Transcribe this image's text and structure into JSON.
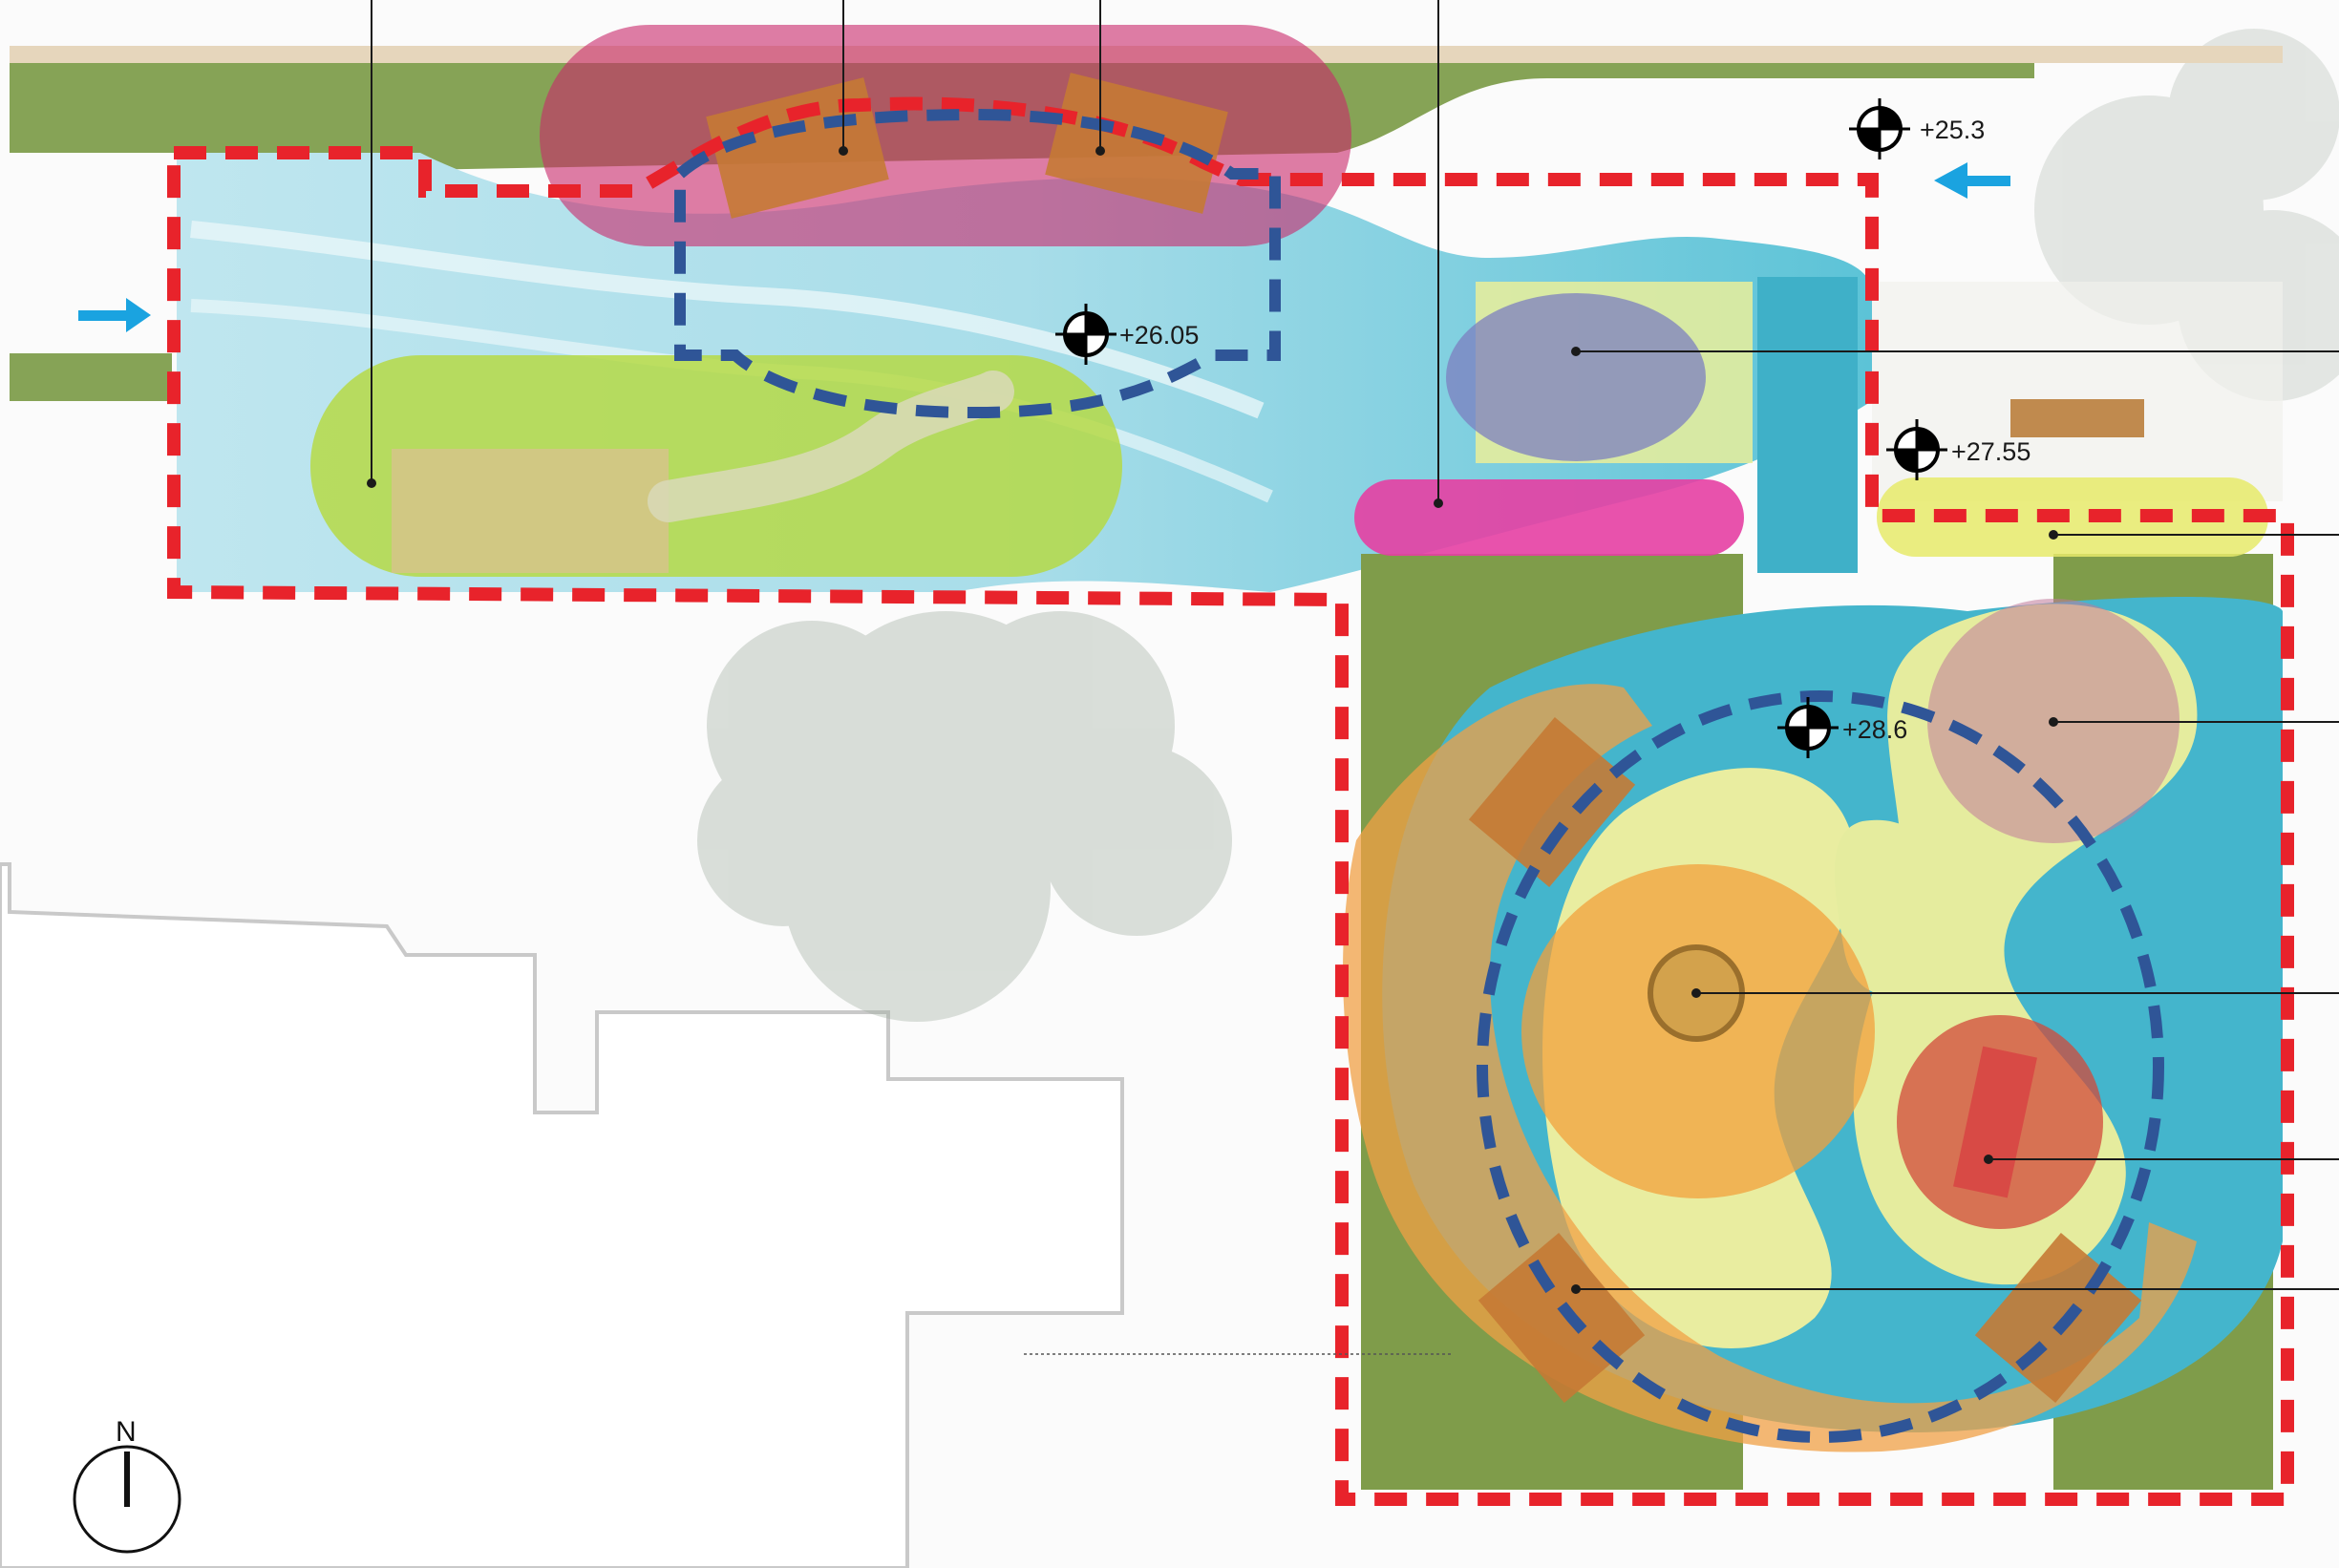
{
  "site_plan": {
    "levels": [
      {
        "id": "level-25-3",
        "value": "+25.3"
      },
      {
        "id": "level-26-05",
        "value": "+26.05"
      },
      {
        "id": "level-27-55",
        "value": "+27.55"
      },
      {
        "id": "level-28-6",
        "value": "+28.6"
      }
    ],
    "north_label": "N",
    "entrances": [
      "west-entrance-arrow",
      "east-entrance-arrow"
    ],
    "icons": [
      "level-marker-icon",
      "entrance-arrow-icon",
      "north-arrow-icon"
    ],
    "colors": {
      "boundary_dash": "#e8232b",
      "zone_dash": "#2f5597",
      "water_path": "#39b4cd",
      "lawn": "#7f9c4a",
      "green_zone": "#b9d84a",
      "pink_zone": "#e0457b",
      "magenta_zone": "#e63fa3",
      "orange_zone": "#f2a03c",
      "purple_zone": "#8c8fc8",
      "yellow_zone": "#e6ea6a",
      "arrow_blue": "#1aa3e0"
    }
  }
}
